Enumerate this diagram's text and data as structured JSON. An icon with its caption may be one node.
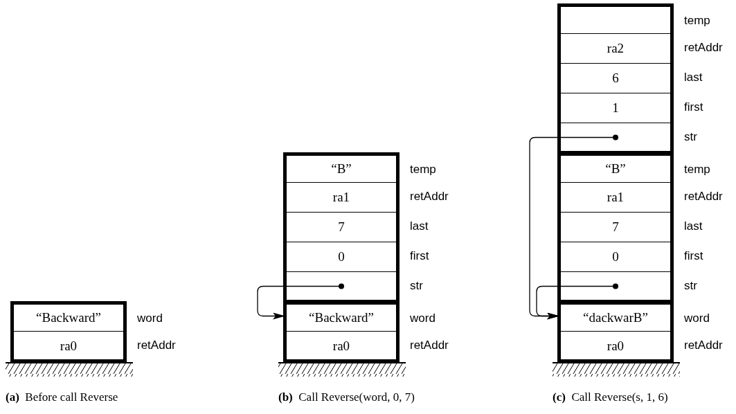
{
  "diagram": {
    "nodes": [
      {
        "text": [
          "“Backward”"
        ],
        "beside": [
          "word"
        ]
      },
      {
        "text": [
          "ra0"
        ],
        "beside": [
          "retAddr"
        ]
      },
      {
        "text": [
          "“B”"
        ],
        "beside": [
          "temp"
        ]
      },
      {
        "text": [
          "ra1"
        ],
        "beside": [
          "retAddr"
        ]
      },
      {
        "text": [
          "7"
        ],
        "beside": [
          "last"
        ]
      },
      {
        "text": [
          "0"
        ],
        "beside": [
          "first"
        ]
      },
      {
        "text": [],
        "shape": "box",
        "beside": [
          "str"
        ]
      },
      {
        "text": [
          "“Backward”"
        ],
        "beside": [
          "word"
        ]
      },
      {
        "text": [
          "ra0"
        ],
        "beside": [
          "retAddr"
        ]
      },
      {
        "text": [],
        "shape": "box",
        "beside": [
          "temp"
        ]
      },
      {
        "text": [
          "ra2"
        ],
        "beside": [
          "retAddr"
        ]
      },
      {
        "text": [
          "6"
        ],
        "beside": [
          "last"
        ]
      },
      {
        "text": [
          "1"
        ],
        "beside": [
          "first"
        ]
      },
      {
        "text": [],
        "shape": "box",
        "beside": [
          "str"
        ]
      },
      {
        "text": [
          "“B”"
        ],
        "beside": [
          "temp"
        ]
      },
      {
        "text": [
          "ra1"
        ],
        "beside": [
          "retAddr"
        ]
      },
      {
        "text": [
          "7"
        ],
        "beside": [
          "last"
        ]
      },
      {
        "text": [
          "0"
        ],
        "beside": [
          "first"
        ]
      },
      {
        "text": [],
        "shape": "box",
        "beside": [
          "str"
        ]
      },
      {
        "text": [
          "“dackwarB”"
        ],
        "beside": [
          "word"
        ]
      },
      {
        "text": [
          "ra0"
        ],
        "beside": [
          "retAddr"
        ]
      }
    ],
    "edges": [
      {
        "from": 6,
        "to": 7,
        "arrow": "to"
      },
      {
        "from": 13,
        "to": 19,
        "arrow": "to"
      },
      {
        "from": 18,
        "to": 19,
        "arrow": "to"
      }
    ],
    "labels": [
      "**(a)**  Before call Reverse",
      "**(b)**  Call Reverse(word, 0, 7)",
      "**(c)**  Call Reverse(s, 1, 6)"
    ]
  }
}
